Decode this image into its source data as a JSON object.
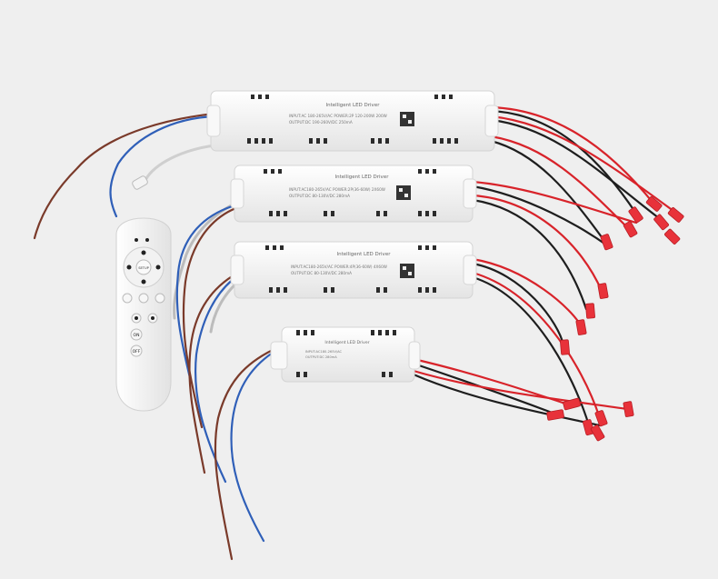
{
  "colors": {
    "background": "#efefef",
    "driver_body": "#f4f4f4",
    "wire_blue": "#2f5fb8",
    "wire_brown": "#7a3a2a",
    "wire_red": "#d8232a",
    "wire_black": "#1e1e1e",
    "connector_red": "#e8323a",
    "remote_body": "#f7f7f7"
  },
  "drivers": [
    {
      "brand": "Intelligent LED Driver",
      "spec_line_1": "INPUT:AC 180-265V/AC  POWER:2P 120-200W 200W",
      "spec_line_2": "OUTPUT:DC 190-260V/DC 250mA"
    },
    {
      "brand": "Intelligent LED Driver",
      "spec_line_1": "INPUT:AC180-265V/AC  POWER:2P(36-60W) 2X60W",
      "spec_line_2": "OUTPUT:DC 80-130V/DC 280mA"
    },
    {
      "brand": "Intelligent LED Driver",
      "spec_line_1": "INPUT:AC180-265V/AC  POWER:4P(36-60W) 4X60W",
      "spec_line_2": "OUTPUT:DC 80-130V/DC 280mA"
    },
    {
      "brand": "Intelligent LED Driver",
      "spec_line_1": "INPUT:AC180-265V/AC",
      "spec_line_2": "OUTPUT:DC 280mA"
    }
  ],
  "remote": {
    "center_label": "SETUP",
    "on_label": "ON",
    "off_label": "OFF"
  }
}
